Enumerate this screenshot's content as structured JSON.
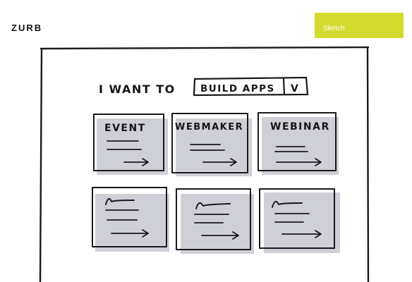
{
  "header": {
    "logo": "ZURB",
    "badge_label": "Sketch",
    "badge_color": "#d3dc2e"
  },
  "sketch": {
    "prompt_text": "I WANT TO",
    "dropdown_value": "BUILD APPS",
    "dropdown_chevron": "V",
    "cards": [
      {
        "title": "EVENT"
      },
      {
        "title": "WEBMAKER"
      },
      {
        "title": "WEBINAR"
      },
      {
        "title": ""
      },
      {
        "title": ""
      },
      {
        "title": ""
      }
    ]
  }
}
